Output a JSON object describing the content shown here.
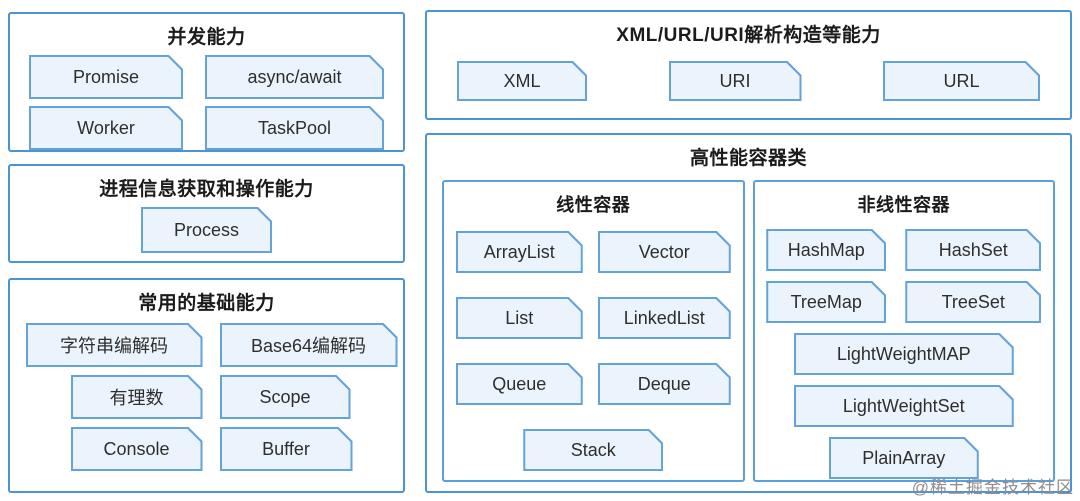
{
  "watermark": "@稀土掘金技术社区",
  "palette": {
    "group_border": "#4a93d5",
    "subgroup_border": "#5aa0dc",
    "chip_border": "#64a2da",
    "chip_fill": "#ebf4fc",
    "title_text": "#1b1b1b",
    "chip_text": "#2e2e2e",
    "watermark_text": "#8e8e8e"
  },
  "groups": {
    "concurrency": {
      "title": "并发能力",
      "items": [
        "Promise",
        "async/await",
        "Worker",
        "TaskPool"
      ]
    },
    "process": {
      "title": "进程信息获取和操作能力",
      "items": [
        "Process"
      ]
    },
    "basic": {
      "title": "常用的基础能力",
      "items": [
        "字符串编解码",
        "Base64编解码",
        "有理数",
        "Scope",
        "Console",
        "Buffer"
      ]
    },
    "xml": {
      "title": "XML/URL/URI解析构造等能力",
      "items": [
        "XML",
        "URI",
        "URL"
      ]
    },
    "containers": {
      "title": "高性能容器类",
      "linear": {
        "title": "线性容器",
        "items": [
          "ArrayList",
          "Vector",
          "List",
          "LinkedList",
          "Queue",
          "Deque",
          "Stack"
        ]
      },
      "nonlinear": {
        "title": "非线性容器",
        "items": [
          "HashMap",
          "HashSet",
          "TreeMap",
          "TreeSet",
          "LightWeightMAP",
          "LightWeightSet",
          "PlainArray"
        ]
      }
    }
  }
}
